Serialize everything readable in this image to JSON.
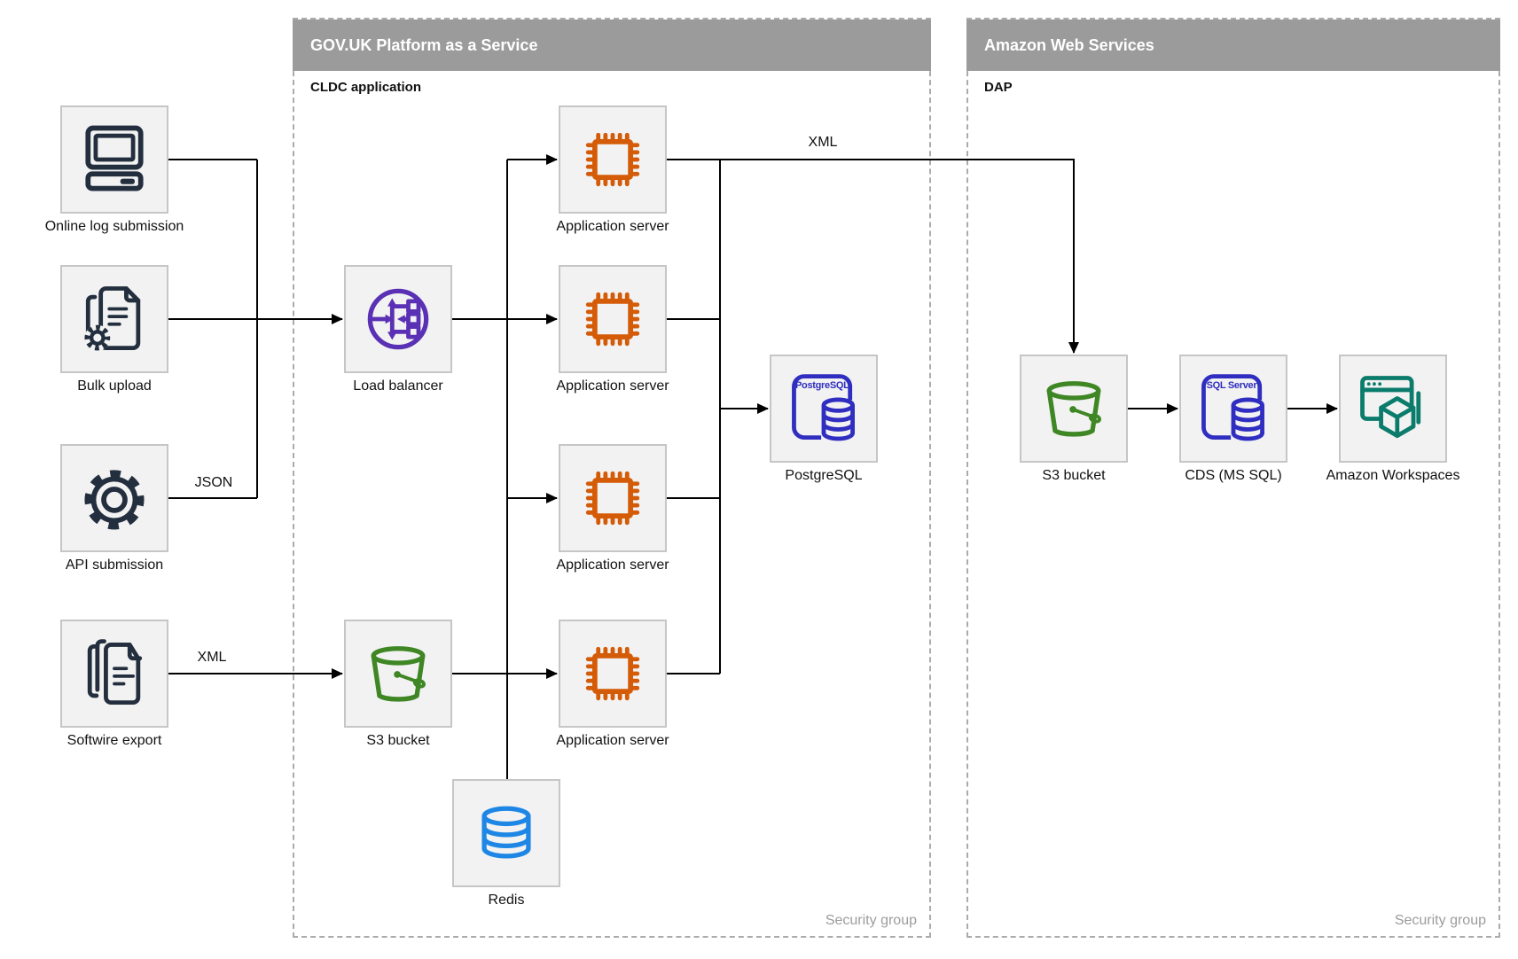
{
  "colors": {
    "header_bar": "#9B9B9B",
    "region_border": "#ABABAB",
    "node_bg": "#F2F2F2",
    "node_border": "#C6C6C6",
    "line": "#000000",
    "muted_text": "#9C9C9C",
    "source_icon": "#232F3E",
    "load_balancer": "#5A30B5",
    "app_server": "#D45B07",
    "database_blue": "#2F2EC0",
    "bucket_green": "#3F8624",
    "redis_blue": "#1E87E5",
    "workspaces_teal": "#0B7C6C"
  },
  "regions": {
    "paas": {
      "title": "GOV.UK Platform as a Service",
      "sublabel": "CLDC application",
      "footer": "Security group"
    },
    "aws": {
      "title": "Amazon Web Services",
      "sublabel": "DAP",
      "footer": "Security group"
    }
  },
  "sources": {
    "online": "Online log submission",
    "bulk": "Bulk upload",
    "api": "API submission",
    "softwire": "Softwire export"
  },
  "nodes": {
    "load_balancer": "Load balancer",
    "app_server": "Application server",
    "postgresql": "PostgreSQL",
    "postgresql_icon_text": "PostgreSQL",
    "s3_bucket_paas": "S3 bucket",
    "redis": "Redis",
    "s3_bucket_aws": "S3 bucket",
    "cds": "CDS (MS SQL)",
    "cds_icon_text": "SQL Server",
    "workspaces": "Amazon Workspaces"
  },
  "edge_labels": {
    "json": "JSON",
    "xml_export": "XML",
    "xml_feed": "XML"
  }
}
